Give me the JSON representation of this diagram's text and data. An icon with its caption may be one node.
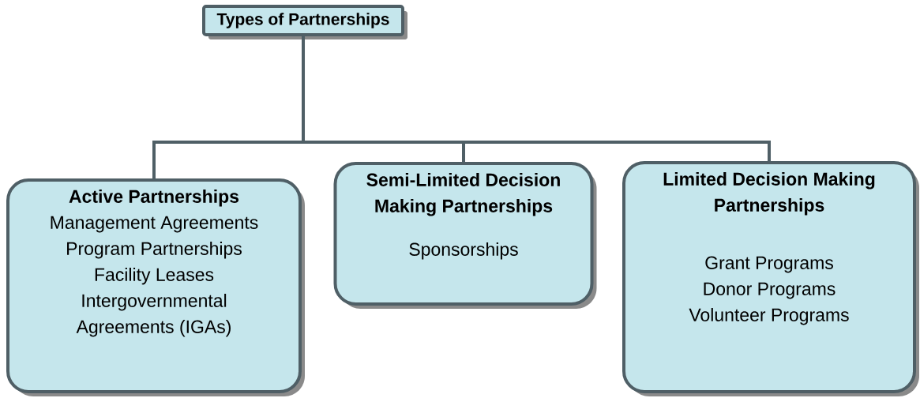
{
  "diagram": {
    "nodes": [
      {
        "text": [
          "Types of Partnerships"
        ]
      },
      {
        "text": [
          "Active Partnerships",
          "Management Agreements",
          "Program Partnerships",
          "Facility Leases",
          "Intergovernmental Agreements (IGAs)"
        ]
      },
      {
        "text": [
          "Semi-Limited Decision Making Partnerships",
          "Sponsorships"
        ]
      },
      {
        "text": [
          "Limited Decision Making Partnerships",
          "Grant Programs",
          "Donor Programs",
          "Volunteer Programs"
        ]
      }
    ],
    "edges": [
      {
        "from": 0,
        "to": 1,
        "arrow": "none"
      },
      {
        "from": 0,
        "to": 2,
        "arrow": "none"
      },
      {
        "from": 0,
        "to": 3,
        "arrow": "none"
      }
    ]
  }
}
